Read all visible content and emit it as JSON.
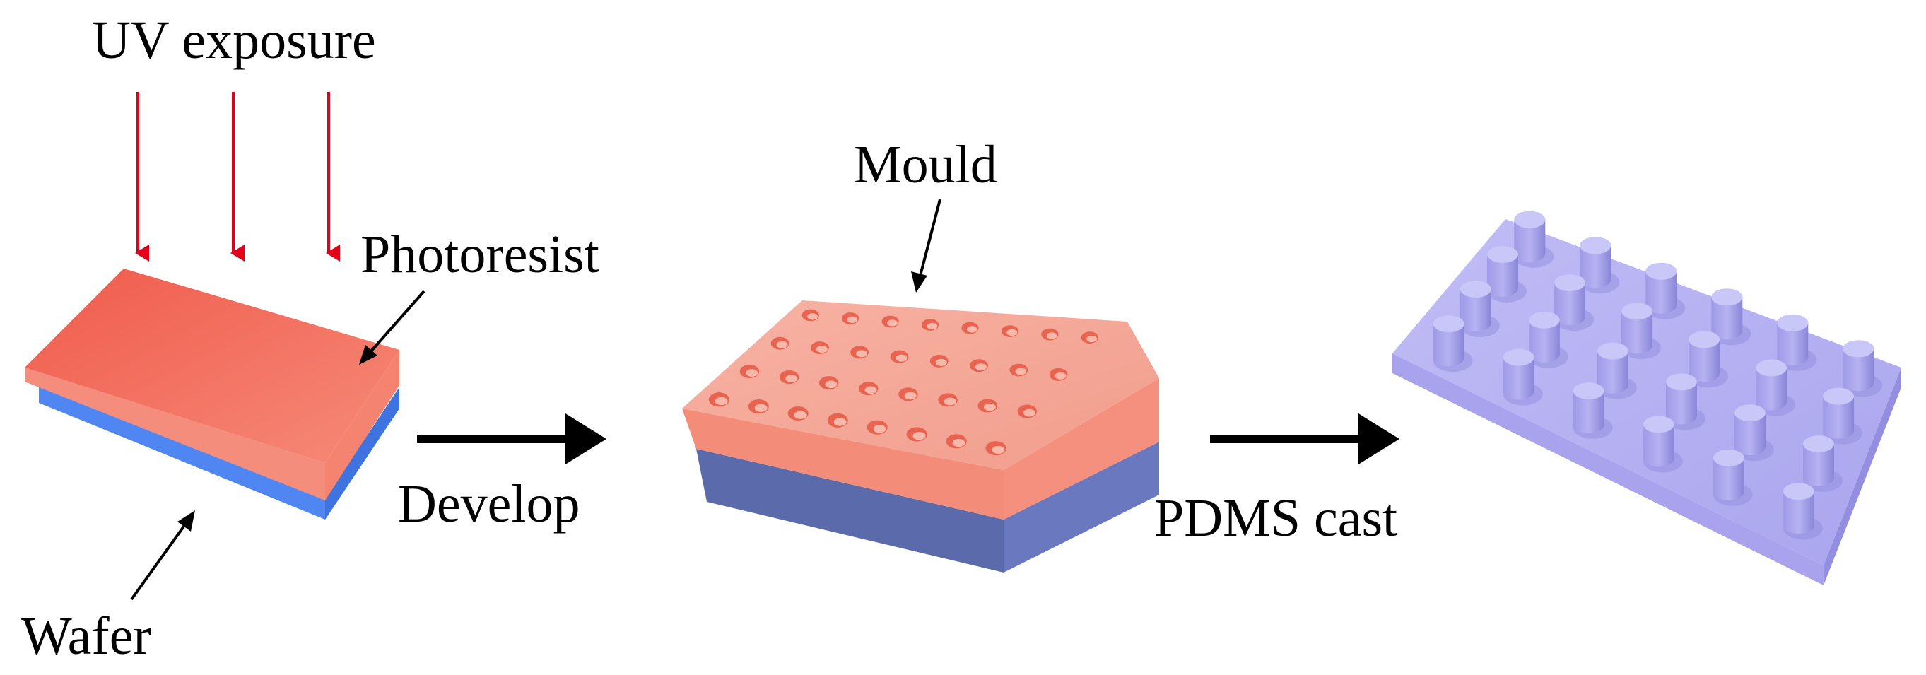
{
  "labels": {
    "uv_exposure": "UV exposure",
    "photoresist": "Photoresist",
    "wafer": "Wafer",
    "develop": "Develop",
    "mould": "Mould",
    "pdms_cast": "PDMS cast"
  },
  "icons": {
    "uv_arrow": "red-down-arrow-icon",
    "step_arrow": "right-arrow-icon",
    "pointer": "pointer-arrow-icon"
  },
  "mould_holes": {
    "rows": 4,
    "cols": 8
  },
  "pdms_pillars": {
    "rows": 4,
    "cols": 6
  },
  "colors": {
    "uv_arrow": "#e3001b",
    "photoresist_top": "#f26c5b",
    "photoresist_side": "#f58d7c",
    "wafer": "#4f86f2",
    "mould_top": "#f4a898",
    "mould_side": "#f48c7a",
    "mould_wafer": "#6675b5",
    "pdms": "#b0acf2",
    "pdms_side": "#9c98e6",
    "arrow": "#000000"
  }
}
